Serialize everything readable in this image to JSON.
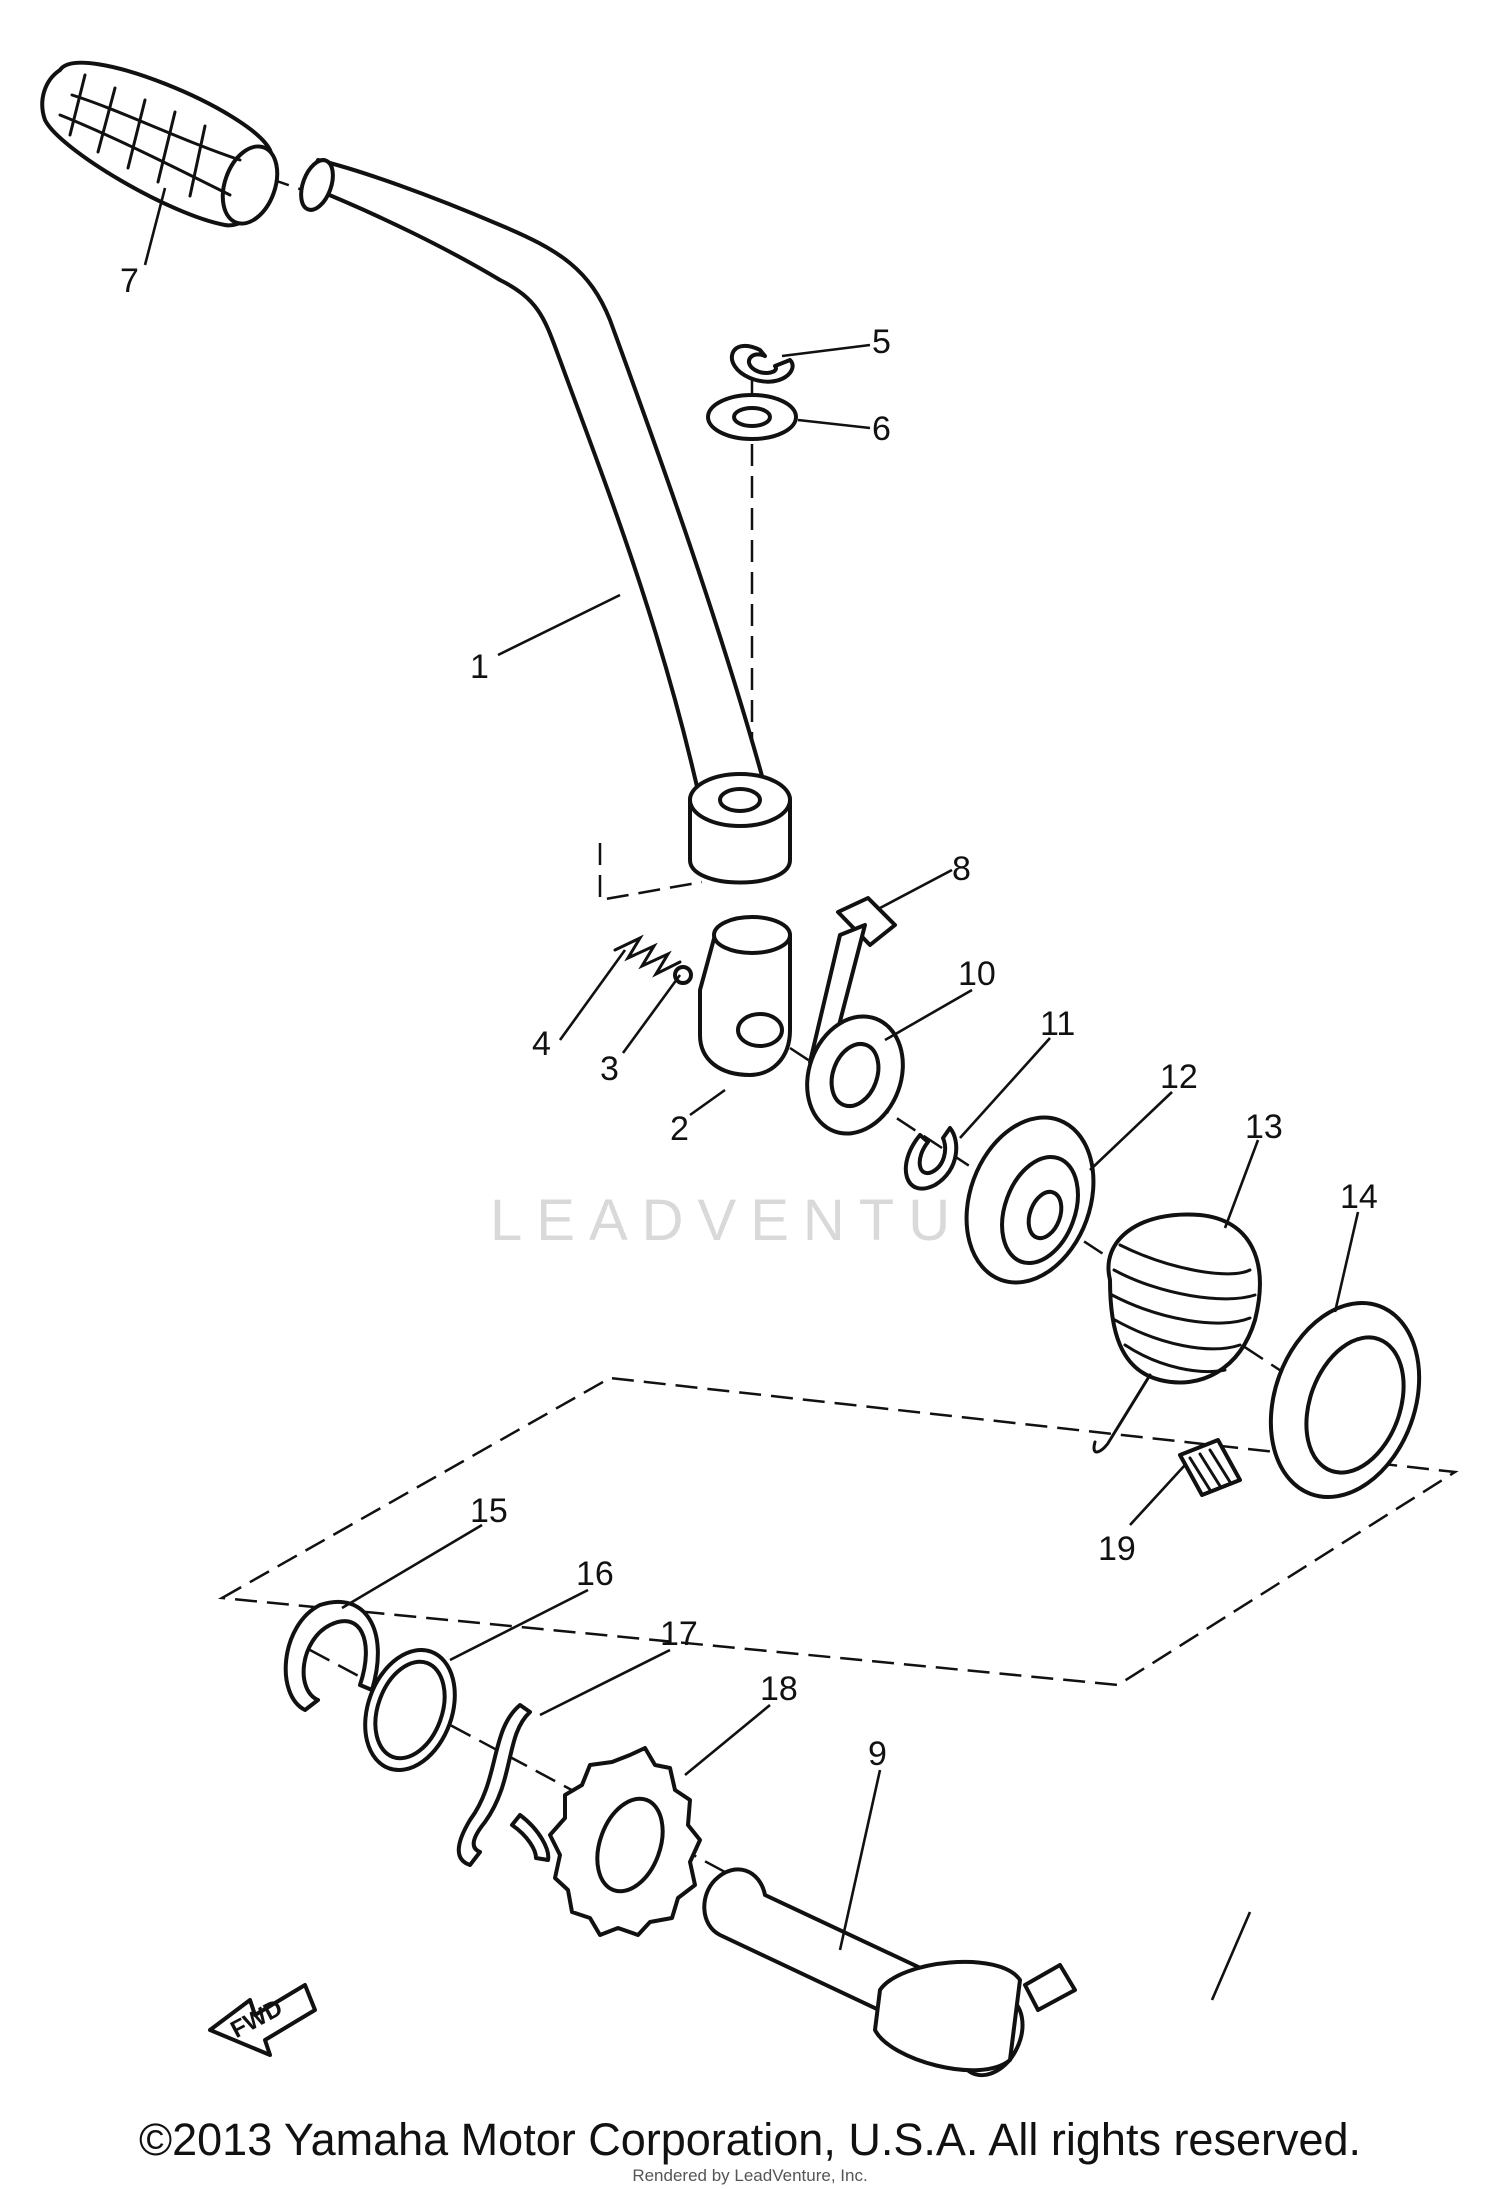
{
  "callouts": [
    {
      "id": "1",
      "label": "1"
    },
    {
      "id": "2",
      "label": "2"
    },
    {
      "id": "3",
      "label": "3"
    },
    {
      "id": "4",
      "label": "4"
    },
    {
      "id": "5",
      "label": "5"
    },
    {
      "id": "6",
      "label": "6"
    },
    {
      "id": "7",
      "label": "7"
    },
    {
      "id": "8",
      "label": "8"
    },
    {
      "id": "9",
      "label": "9"
    },
    {
      "id": "10",
      "label": "10"
    },
    {
      "id": "11",
      "label": "11"
    },
    {
      "id": "12",
      "label": "12"
    },
    {
      "id": "13",
      "label": "13"
    },
    {
      "id": "14",
      "label": "14"
    },
    {
      "id": "15",
      "label": "15"
    },
    {
      "id": "16",
      "label": "16"
    },
    {
      "id": "17",
      "label": "17"
    },
    {
      "id": "18",
      "label": "18"
    },
    {
      "id": "19",
      "label": "19"
    }
  ],
  "fwd_label": "FWD",
  "watermark": "LEADVENTURE",
  "copyright": "©2013 Yamaha Motor Corporation, U.S.A. All rights reserved.",
  "sub_credit": "Rendered by LeadVenture, Inc."
}
